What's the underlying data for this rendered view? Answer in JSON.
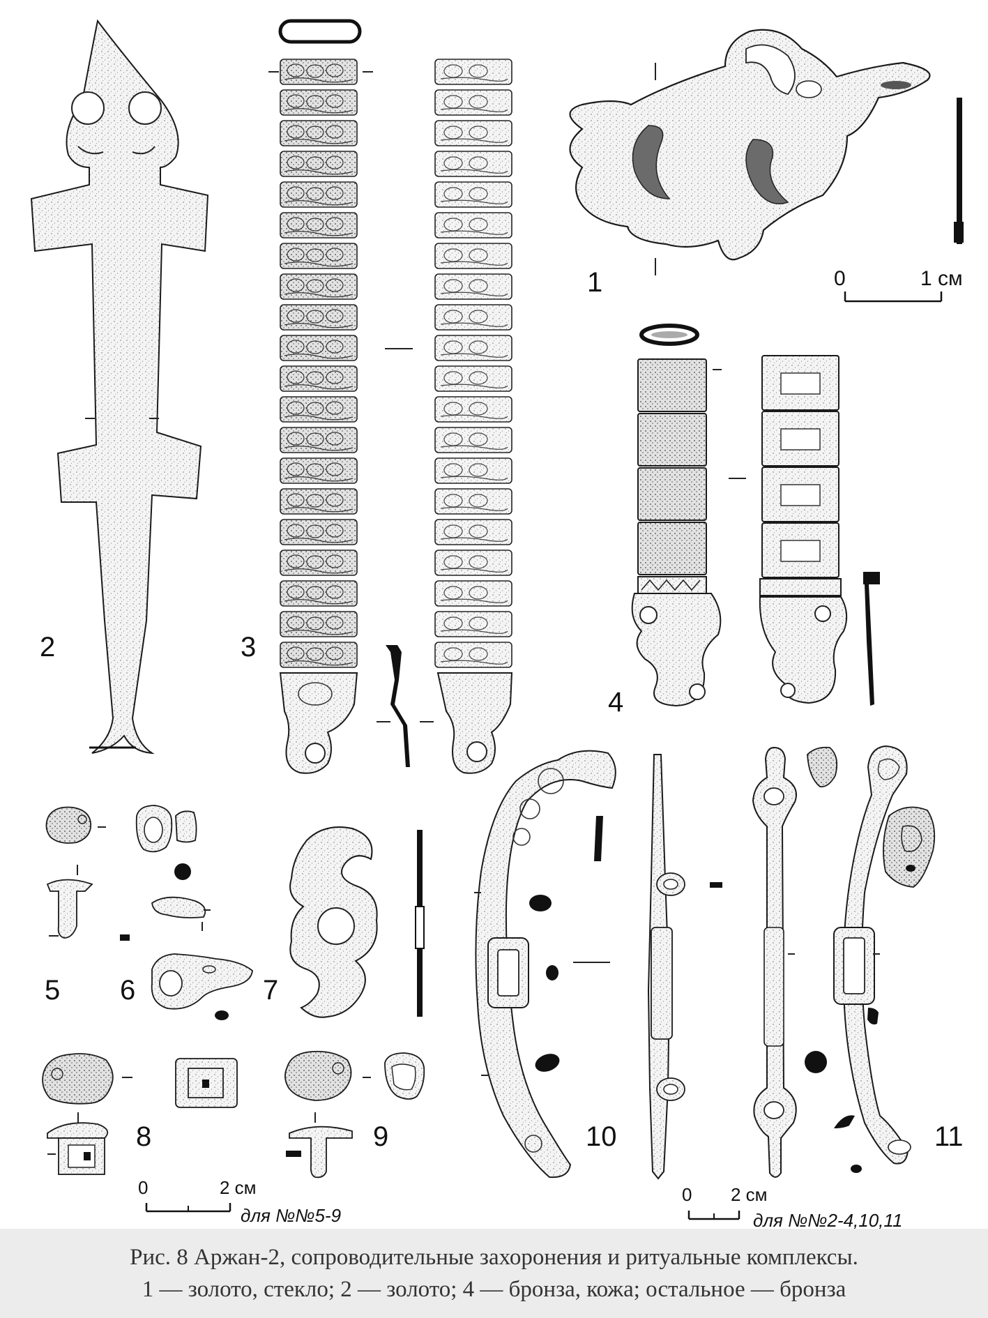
{
  "figure": {
    "labels": [
      "1",
      "2",
      "3",
      "4",
      "5",
      "6",
      "7",
      "8",
      "9",
      "10",
      "11"
    ],
    "scales": [
      {
        "zero": "0",
        "end": "1 см",
        "note": ""
      },
      {
        "zero": "0",
        "end": "2 см",
        "note": "для №№5-9"
      },
      {
        "zero": "0",
        "end": "2 см",
        "note": "для №№2-4,10,11"
      }
    ]
  },
  "caption": {
    "line1": "Рис. 8 Аржан-2, сопроводительные захоронения и ритуальные комплексы.",
    "line2": "1 — золото, стекло; 2 — золото; 4 — бронза, кожа; остальное — бронза"
  }
}
